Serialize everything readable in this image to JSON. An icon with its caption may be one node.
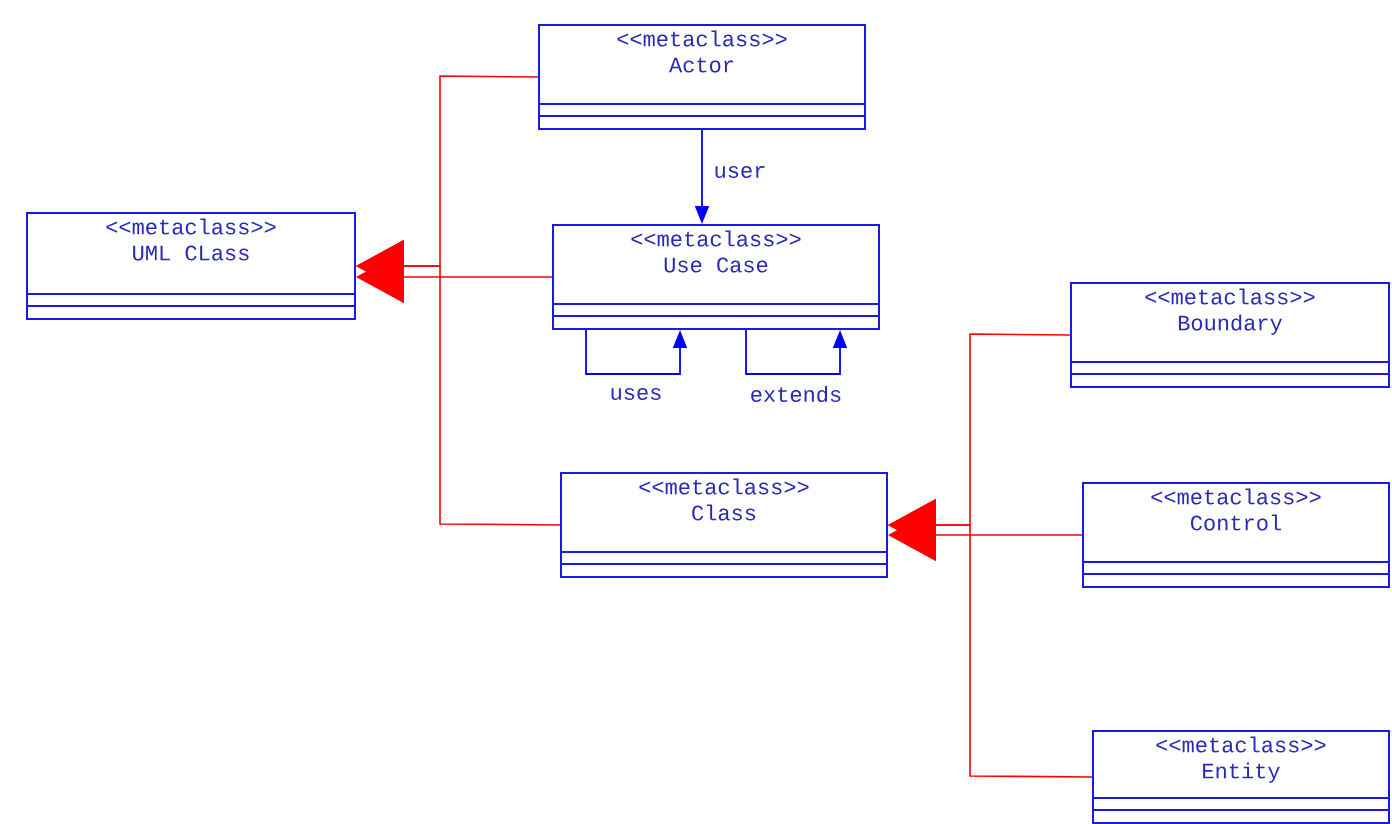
{
  "diagram": {
    "nodes": [
      {
        "text": [
          "<<metaclass>>",
          "UML CLass"
        ]
      },
      {
        "text": [
          "<<metaclass>>",
          "Actor"
        ]
      },
      {
        "text": [
          "<<metaclass>>",
          "Use Case"
        ]
      },
      {
        "text": [
          "<<metaclass>>",
          "Class"
        ]
      },
      {
        "text": [
          "<<metaclass>>",
          "Boundary"
        ]
      },
      {
        "text": [
          "<<metaclass>>",
          "Control"
        ]
      },
      {
        "text": [
          "<<metaclass>>",
          "Entity"
        ]
      }
    ],
    "edges": [
      {
        "from": 1,
        "to": 0,
        "arrow": "to"
      },
      {
        "from": 2,
        "to": 0,
        "arrow": "to"
      },
      {
        "from": 3,
        "to": 0,
        "arrow": "to"
      },
      {
        "from": 4,
        "to": 3,
        "arrow": "to"
      },
      {
        "from": 5,
        "to": 3,
        "arrow": "to"
      },
      {
        "from": 6,
        "to": 3,
        "arrow": "to"
      },
      {
        "from": 1,
        "to": 2,
        "arrow": "to",
        "label": "user",
        "color": "#0000ff"
      },
      {
        "from": 2,
        "to": 2,
        "arrow": "to",
        "label": "uses",
        "color": "#0000ff"
      },
      {
        "from": 2,
        "to": 2,
        "arrow": "to",
        "label": "extends",
        "color": "#0000ff"
      }
    ]
  }
}
